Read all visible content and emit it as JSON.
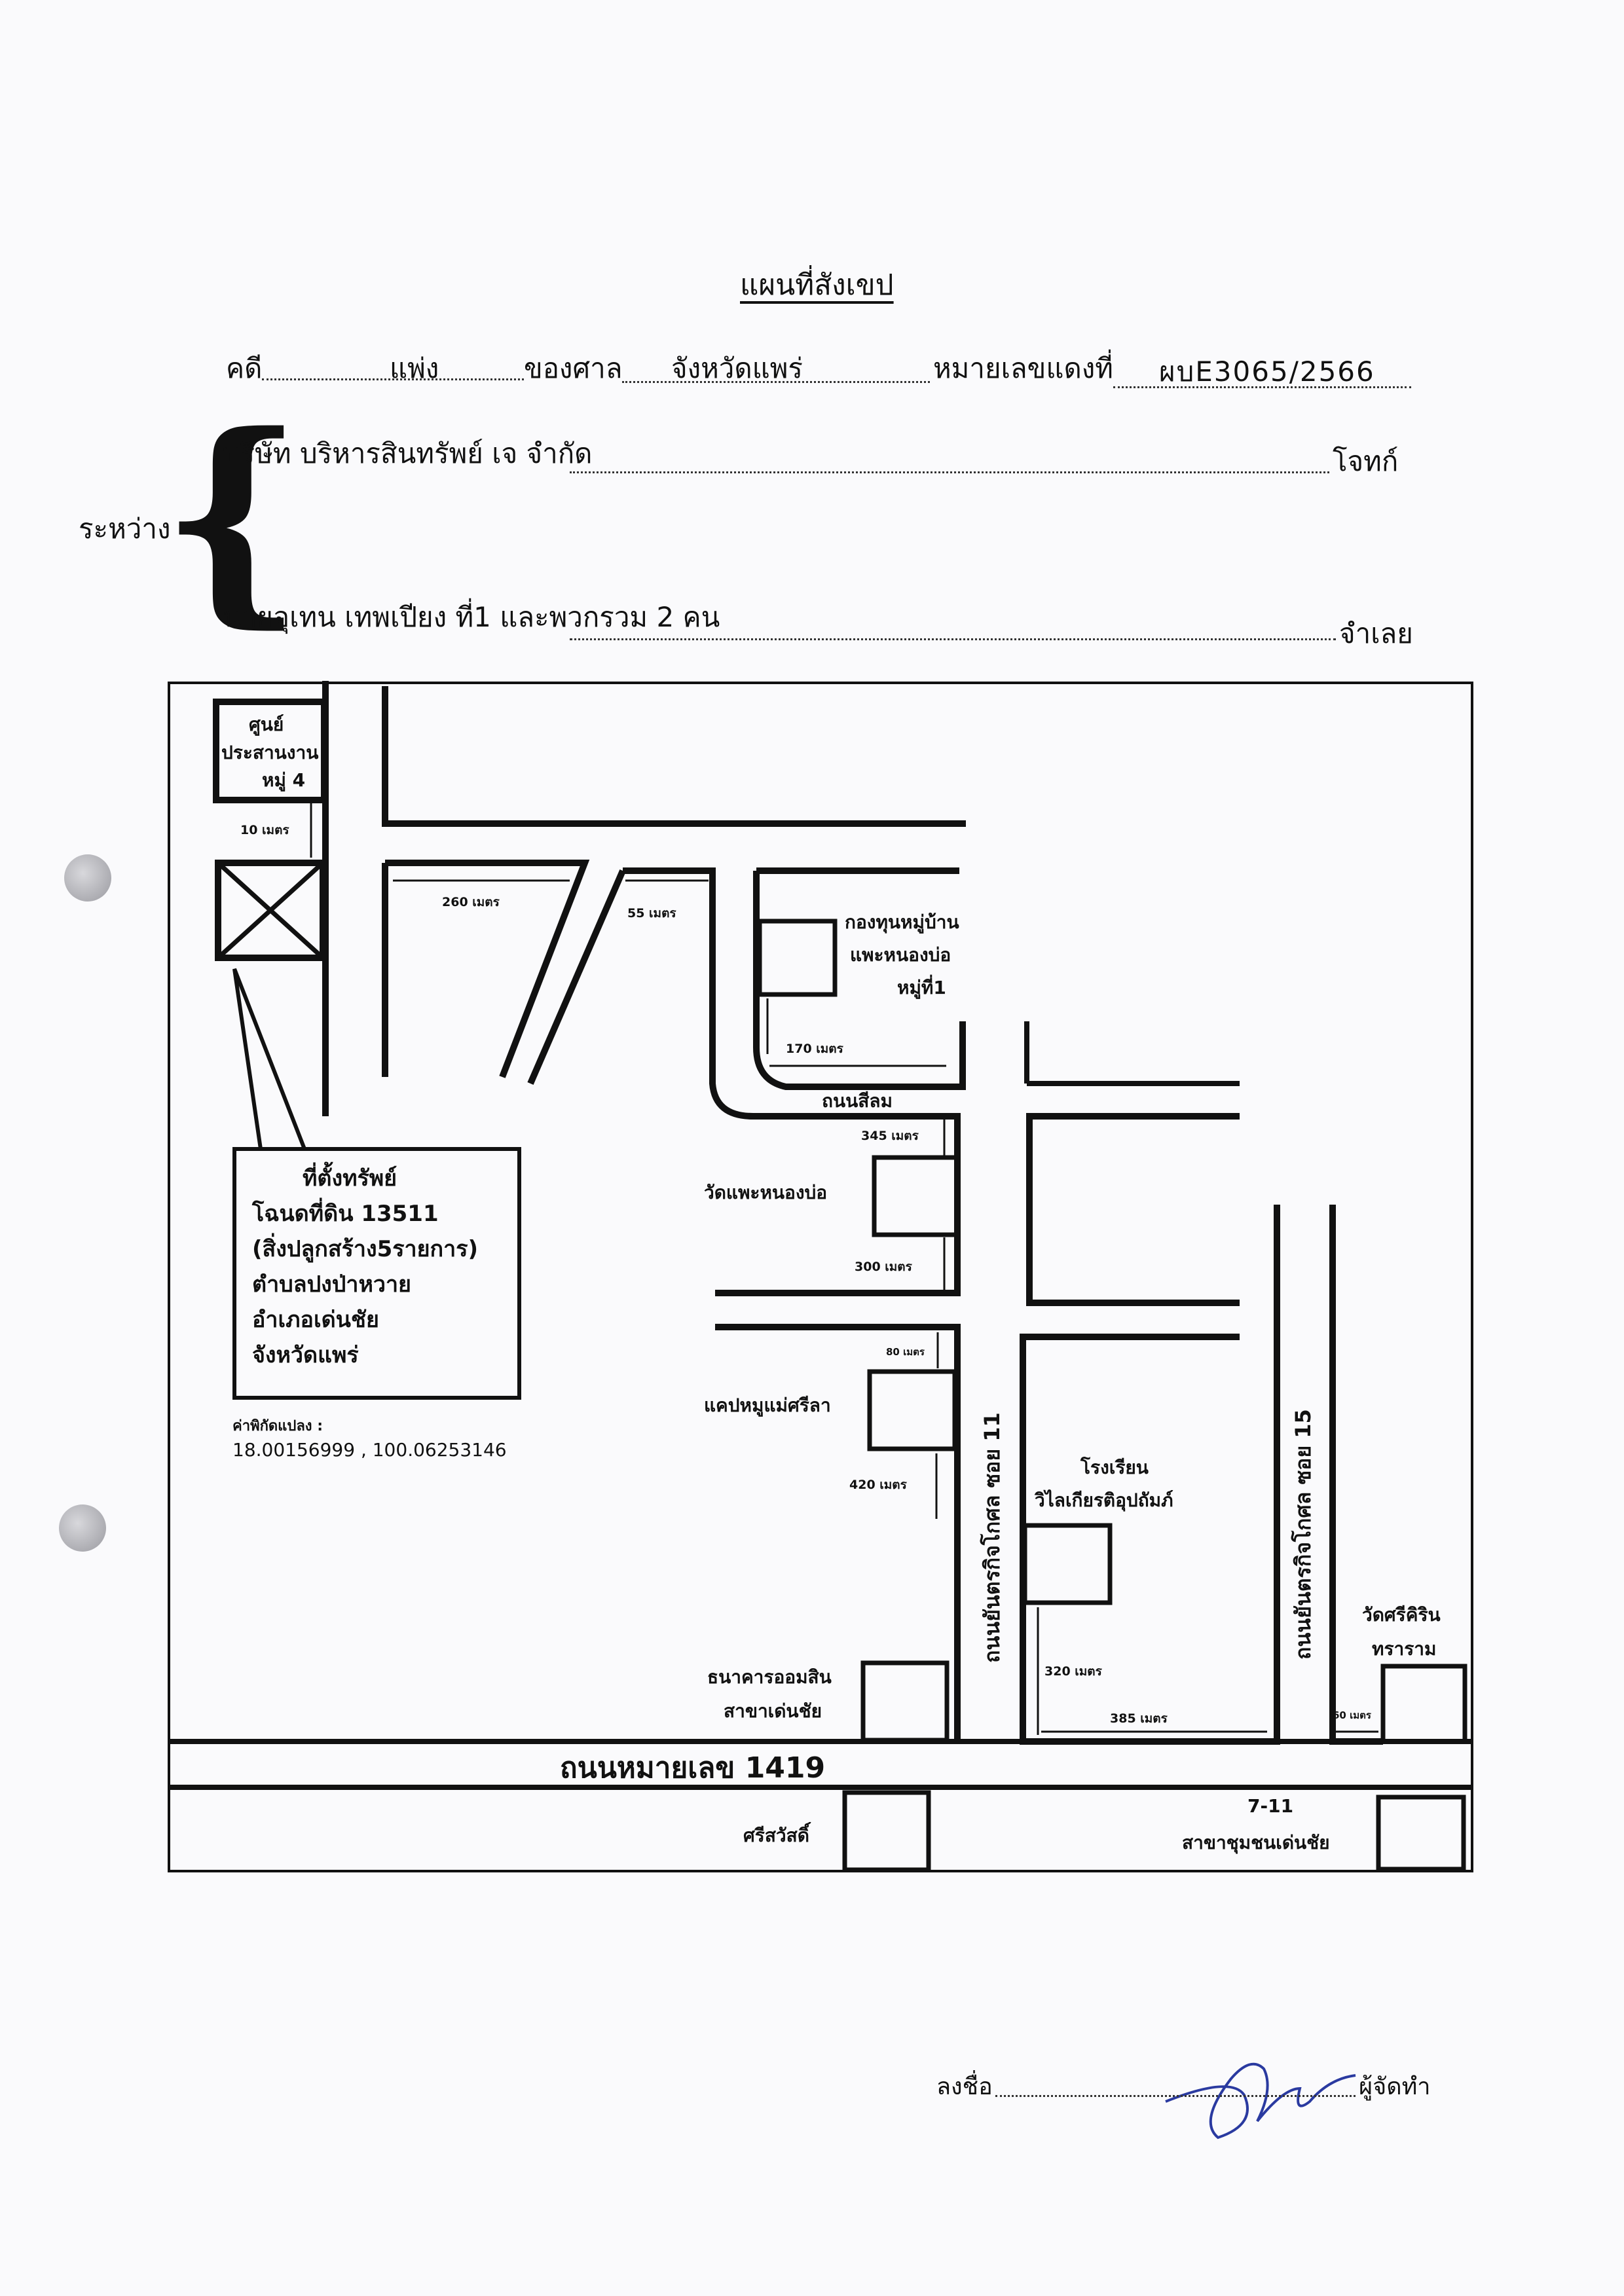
{
  "doc": {
    "title": "แผนที่สังเขป",
    "case_label": "คดี",
    "case_type": "แพ่ง",
    "court_label": "ของศาล",
    "court_name": "จังหวัดแพร่",
    "red_no_label": "หมายเลขแดงที่",
    "red_no": "ผบE3065/2566",
    "between_label": "ระหว่าง",
    "plaintiff": "บริษัท บริหารสินทรัพย์ เจ จำกัด",
    "plaintiff_role": "โจทก์",
    "defendant": "นายอุเทน เทพเปียง ที่1 และพวกรวม 2 คน",
    "defendant_role": "จำเลย",
    "sign_label": "ลงชื่อ",
    "sign_role": "ผู้จัดทำ"
  },
  "map": {
    "center_lines": [
      "ศูนย์",
      "ประสานงาน",
      "หมู่ 4"
    ],
    "dist_10": "10 เมตร",
    "dist_260": "260 เมตร",
    "dist_55": "55 เมตร",
    "village_fund_lines": [
      "กองทุนหมู่บ้าน",
      "แพะหนองบ่อ",
      "หมู่ที่1"
    ],
    "dist_170": "170 เมตร",
    "road_silom": "ถนนสีลม",
    "dist_345": "345 เมตร",
    "temple_nongbo": "วัดแพะหนองบ่อ",
    "dist_300": "300 เมตร",
    "property_lines": [
      "ที่ตั้งทรัพย์",
      "โฉนดที่ดิน 13511",
      "(สิ่งปลูกสร้าง5รายการ)",
      "ตำบลปงป่าหวาย",
      "อำเภอเด่นชัย",
      "จังหวัดแพร่"
    ],
    "coord_label": "ค่าพิกัดแปลง :",
    "coord_value": "18.00156999 , 100.06253146",
    "dist_80": "80 เมตร",
    "camp": "แคปหมูแม่ศรีลา",
    "dist_420": "420 เมตร",
    "road_soi11": "ถนนยันตรกิจโกศล ซอย 11",
    "school_lines": [
      "โรงเรียน",
      "วิไลเกียรติอุปถัมภ์"
    ],
    "road_soi15": "ถนนยันตรกิจโกศล ซอย 15",
    "dist_320": "320 เมตร",
    "dist_385": "385 เมตร",
    "dist_60": "60 เมตร",
    "bank_lines": [
      "ธนาคารออมสิน",
      "สาขาเด่นชัย"
    ],
    "temple_sri_lines": [
      "วัดศรีคิริน",
      "ทราราม"
    ],
    "main_road": "ถนนหมายเลข 1419",
    "srisawat": "ศรีสวัสดิ์",
    "seven_lines": [
      "7-11",
      "สาขาชุมชนเด่นชัย"
    ]
  }
}
